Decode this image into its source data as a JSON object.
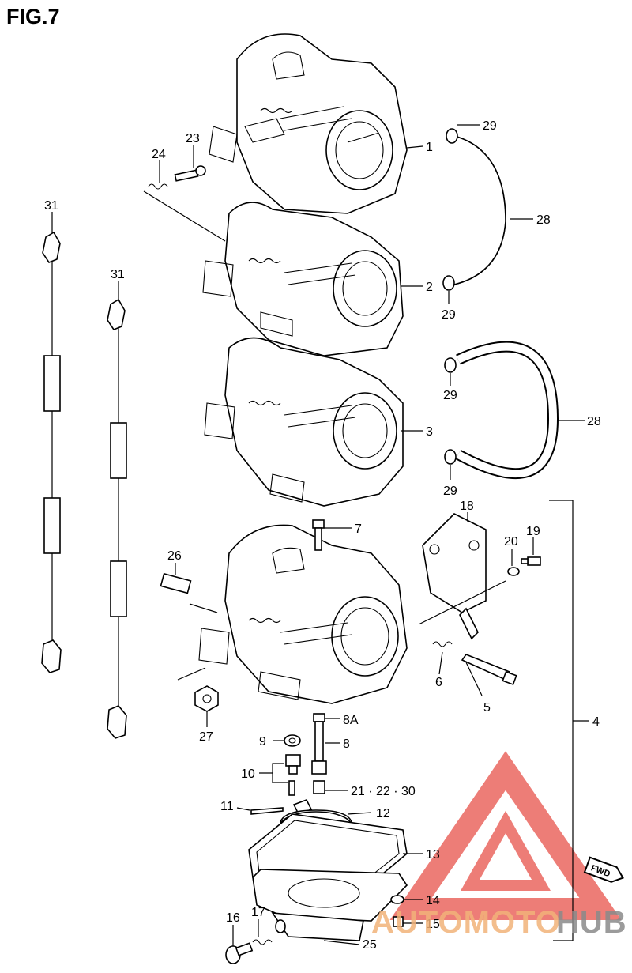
{
  "figure": {
    "title": "FIG.7"
  },
  "callouts": {
    "p1": "1",
    "p2": "2",
    "p3": "3",
    "p4": "4",
    "p5": "5",
    "p6": "6",
    "p7": "7",
    "p8": "8",
    "p8a": "8A",
    "p9": "9",
    "p10": "10",
    "p11": "11",
    "p12": "12",
    "p13": "13",
    "p14": "14",
    "p15": "15",
    "p16": "16",
    "p17": "17",
    "p18": "18",
    "p19": "19",
    "p20": "20",
    "p21_22_30": "21 · 22 · 30",
    "p23": "23",
    "p24": "24",
    "p25": "25",
    "p26": "26",
    "p27": "27",
    "p28a": "28",
    "p28b": "28",
    "p29a": "29",
    "p29b": "29",
    "p29c": "29",
    "p29d": "29",
    "p31a": "31",
    "p31b": "31"
  },
  "direction_badge": "FWD",
  "watermark": {
    "brand_a": "AUTOMOTO",
    "brand_b": "HUB",
    "accent_color": "#e8524a",
    "text_color": "#f2b37a"
  }
}
